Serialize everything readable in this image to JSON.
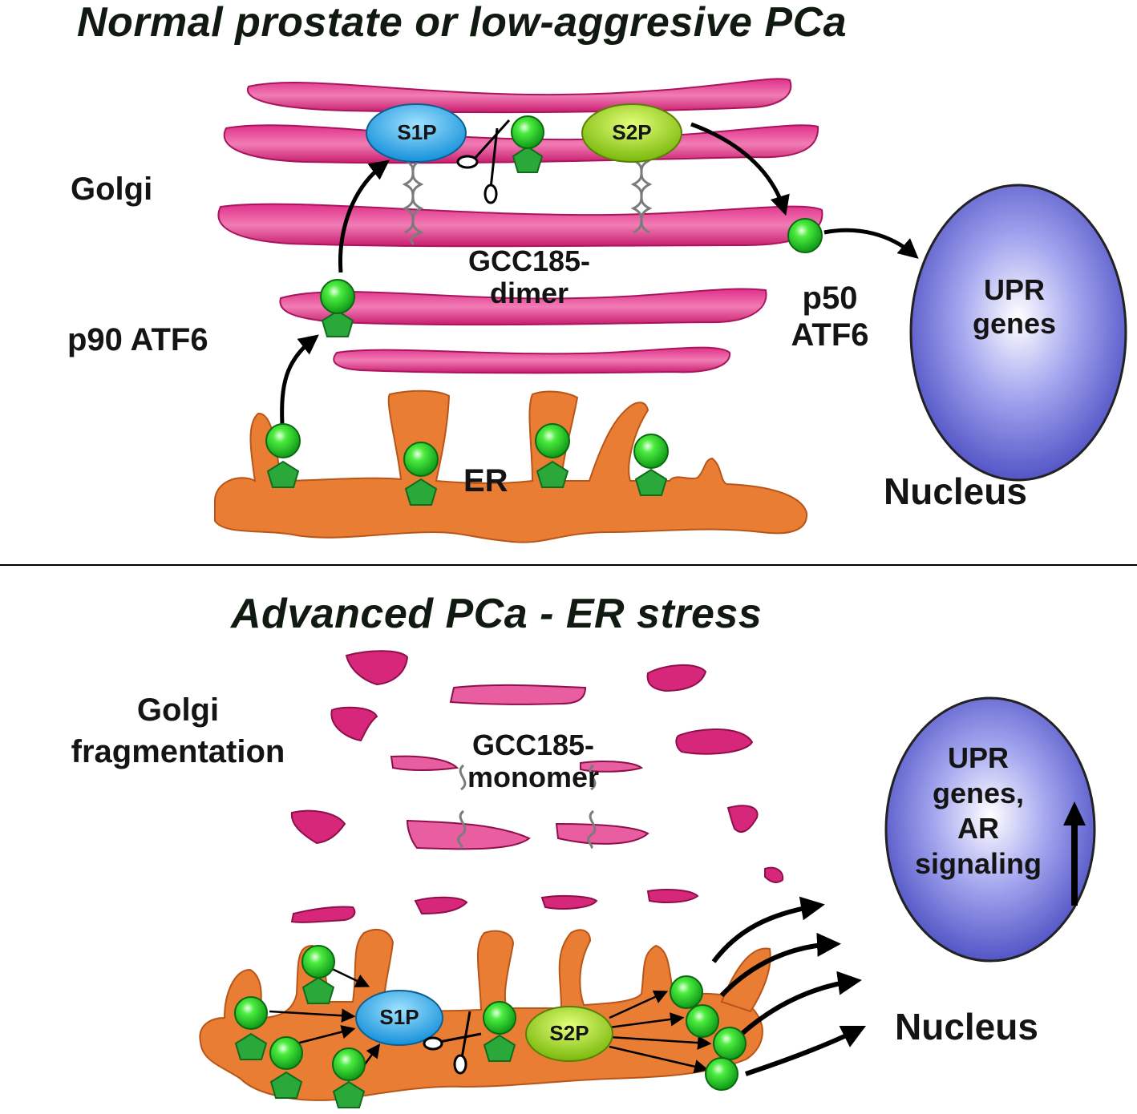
{
  "top": {
    "title": "Normal prostate or low-aggresive PCa",
    "golgi": "Golgi",
    "gcc185": [
      "GCC185-",
      "dimer"
    ],
    "p90": "p90 ATF6",
    "p50": [
      "p50",
      "ATF6"
    ],
    "er": "ER",
    "nucleus_genes": [
      "UPR",
      "genes"
    ],
    "nucleus": "Nucleus",
    "s1p": "S1P",
    "s2p": "S2P"
  },
  "bottom": {
    "title": "Advanced PCa - ER stress",
    "golgi": [
      "Golgi",
      "fragmentation"
    ],
    "gcc185": [
      "GCC185-",
      "monomer"
    ],
    "nucleus_genes": [
      "UPR",
      "genes,",
      "AR",
      "signaling"
    ],
    "nucleus": "Nucleus",
    "s1p": "S1P",
    "s2p": "S2P"
  },
  "colors": {
    "golgi": "#d6277a",
    "er": "#e87d33",
    "atf6_sphere": "#2bd62b",
    "atf6_base": "#2aa83a",
    "s1p": "#1aa2e6",
    "s2p": "#8fcf12",
    "nucleus": "#5c5ec9",
    "arrow": "#000000"
  }
}
